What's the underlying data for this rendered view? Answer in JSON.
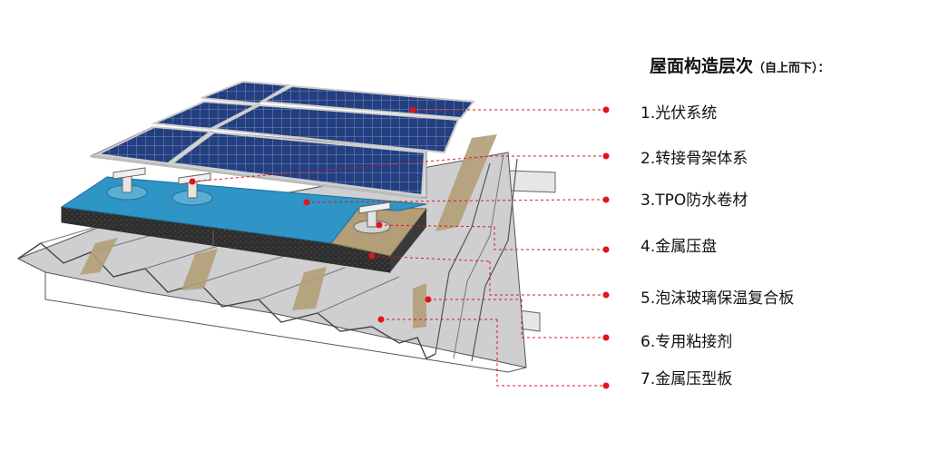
{
  "legend": {
    "title": "屋面构造层次",
    "title_note": "（自上而下）：",
    "items": [
      "1.光伏系统",
      "2.转接骨架体系",
      "3.TPO防水卷材",
      "4.金属压盘",
      "5.泡沫玻璃保温复合板",
      "6.专用粘接剂",
      "7.金属压型板"
    ]
  },
  "colors": {
    "leader": "#e0141b",
    "membrane": "#2f94c6",
    "insulation": "#2a2a2a",
    "board": "#b39e78",
    "deck": "#c9c9cc",
    "panel": "#1f3a78",
    "frame": "#d7dbe0"
  }
}
